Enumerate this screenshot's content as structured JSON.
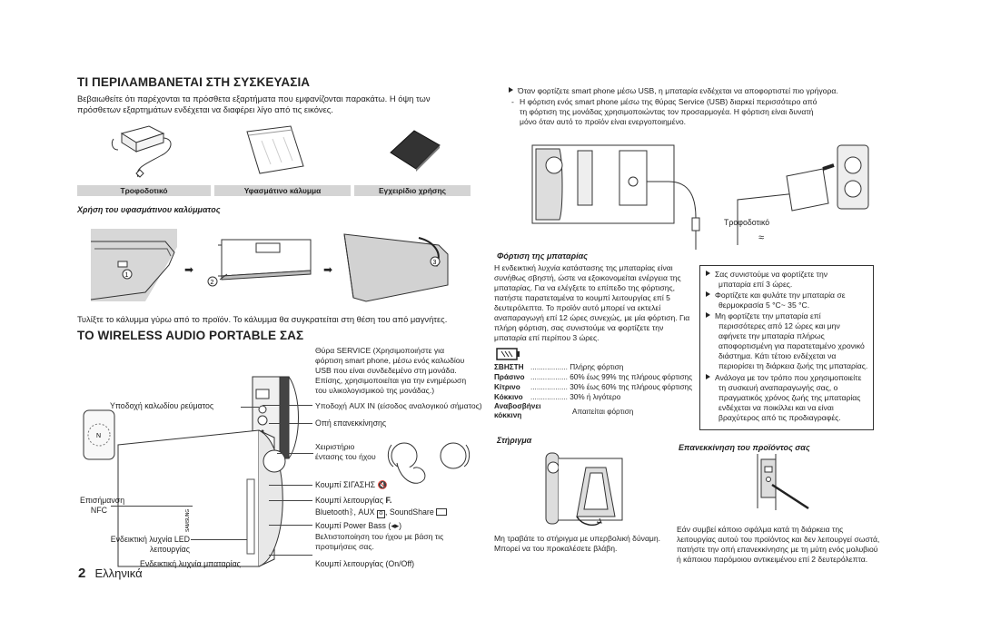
{
  "left": {
    "section1_title": "ΤΙ ΠΕΡΙΛΑΜΒΑΝΕΤΑΙ ΣΤΗ ΣΥΣΚΕΥΑΣΙΑ",
    "section1_intro_1": "Βεβαιωθείτε ότι παρέχονται τα πρόσθετα εξαρτήματα που εμφανίζονται παρακάτω. Η όψη των",
    "section1_intro_2": "πρόσθετων εξαρτημάτων ενδέχεται να διαφέρει λίγο από τις εικόνες.",
    "accessories": [
      "Τροφοδοτικό",
      "Υφασμάτινο κάλυμμα",
      "Εγχειρίδιο χρήσης"
    ],
    "cover_use_title": "Χρήση του υφασμάτινου καλύμματος",
    "step_numbers": [
      "1",
      "2",
      "3"
    ],
    "cover_note": "Τυλίξτε το κάλυμμα γύρω από το προϊόν. Το κάλυμμα θα συγκρατείται στη θέση του από μαγνήτες.",
    "section2_title": "TO WIRELESS AUDIO PORTABLE ΣΑΣ",
    "labels": {
      "service_port": [
        "Θύρα SERVICE (Χρησιμοποιήστε για",
        "φόρτιση smart phone, μέσω ενός καλωδίου",
        "USB που είναι συνδεδεμένο στη μονάδα.",
        "Επίσης, χρησιμοποιείται για την ενημέρωση",
        "του υλικολογισμικού της μονάδας.)"
      ],
      "power_jack": "Υποδοχή καλωδίου ρεύματος",
      "aux_jack": "Υποδοχή AUX IN (είσοδος αναλογικού σήματος)",
      "reset_hole": "Οπή επανεκκίνησης",
      "volume": [
        "Χειριστήριο",
        "έντασης του ήχου"
      ],
      "mute": "Κουμπί ΣΙΓΑΣΗΣ",
      "nfc": [
        "Επισήμανση",
        "NFC"
      ],
      "function_btn": "Κουμπί λειτουργίας",
      "function_list_1": "Bluetooth",
      "function_list_2": ", AUX",
      "function_list_3": ", SoundShare",
      "power_bass": "Κουμπί Power Bass",
      "power_bass_desc": [
        "Βελτιστοποίηση του ήχου με βάση τις",
        "προτιμήσεις σας."
      ],
      "func_led": [
        "Ενδεικτική λυχνία LED",
        "λειτουργίας"
      ],
      "battery_led": "Ενδεικτική λυχνία μπαταρίας",
      "power_btn": "Κουμπί λειτουργίας (On/Off)",
      "brand_on_device": "SAMSUNG"
    },
    "page_number": "2",
    "page_language": "Ελληνικά"
  },
  "right": {
    "usb_note_1": "Όταν φορτίζετε smart phone μέσω USB, η μπαταρία ενδέχεται να αποφορτιστεί πιο γρήγορα.",
    "usb_note_2a": "Η φόρτιση ενός smart phone μέσω της θύρας Service (USB) διαρκεί περισσότερο από",
    "usb_note_2b": "τη φόρτιση της μονάδας χρησιμοποιώντας τον προσαρμογέα. Η φόρτιση είναι δυνατή",
    "usb_note_2c": "μόνο όταν αυτό το προϊόν είναι ενεργοποιημένο.",
    "adapter_label": "Τροφοδοτικό",
    "battery_charge_title": "Φόρτιση της μπαταρίας",
    "battery_charge_text": [
      "Η ενδεικτική λυχνία κατάστασης της μπαταρίας είναι",
      "συνήθως σβηστή, ώστε να εξοικονομείται ενέργεια της",
      "μπαταρίας. Για να ελέγξετε το επίπεδο της φόρτισης,",
      "πατήστε παρατεταμένα το κουμπί λειτουργίας επί 5",
      "δευτερόλεπτα. Το προϊόν αυτό μπορεί να εκτελεί",
      "αναπαραγωγή επί 12 ώρες συνεχώς, με μία φόρτιση. Για",
      "πλήρη φόρτιση, σας συνιστούμε να φορτίζετε την",
      "μπαταρία επί περίπου 3 ώρες."
    ],
    "battery_table": [
      {
        "state": "ΣΒΗΣΤΗ",
        "desc": "Πλήρης φόρτιση"
      },
      {
        "state": "Πράσινο",
        "desc": "60% έως 99% της πλήρους φόρτισης"
      },
      {
        "state": "Κίτρινο",
        "desc": "30% έως 60% της πλήρους φόρτισης"
      },
      {
        "state": "Κόκκινο",
        "desc": "30% ή λιγότερο"
      },
      {
        "state": "Αναβοσβήνει κόκκινη",
        "desc": "Απαιτείται φόρτιση"
      }
    ],
    "battery_bullets": [
      [
        "Σας συνιστούμε να φορτίζετε την",
        "μπαταρία επί 3 ώρες."
      ],
      [
        "Φορτίζετε και φυλάτε την μπαταρία σε",
        "θερμοκρασία 5 °C~ 35 °C."
      ],
      [
        "Μη φορτίζετε την μπαταρία επί",
        "περισσότερες από 12 ώρες και μην",
        "αφήνετε την μπαταρία πλήρως",
        "αποφορτισμένη για παρατεταμένο χρονικό",
        "διάστημα. Κάτι τέτοιο ενδέχεται να",
        "περιορίσει τη διάρκεια ζωής της μπαταρίας."
      ],
      [
        "Ανάλογα με τον τρόπο που χρησιμοποιείτε",
        "τη συσκευή αναπαραγωγής σας, ο",
        "πραγματικός χρόνος ζωής της μπαταρίας",
        "ενδέχεται να ποικίλλει και να είναι",
        "βραχύτερος από τις προδιαγραφές."
      ]
    ],
    "stand_title": "Στήριγμα",
    "stand_text": [
      "Μη τραβάτε το στήριγμα με υπερβολική δύναμη.",
      "Μπορεί να του προκαλέσετε βλάβη."
    ],
    "reset_title": "Επανεκκίνηση του προϊόντος σας",
    "reset_text": [
      "Εάν συμβεί κάποιο σφάλμα κατά τη διάρκεια της",
      "λειτουργίας αυτού του προϊόντος και δεν λειτουργεί σωστά,",
      "πατήστε την οπή επανεκκίνησης με τη μύτη ενός μολυβιού",
      "ή κάποιου παρόμοιου αντικειμένου επί 2 δευτερόλεπτα."
    ]
  },
  "colors": {
    "header_bar": "#d4d4d4",
    "text": "#222222",
    "line": "#444444"
  }
}
